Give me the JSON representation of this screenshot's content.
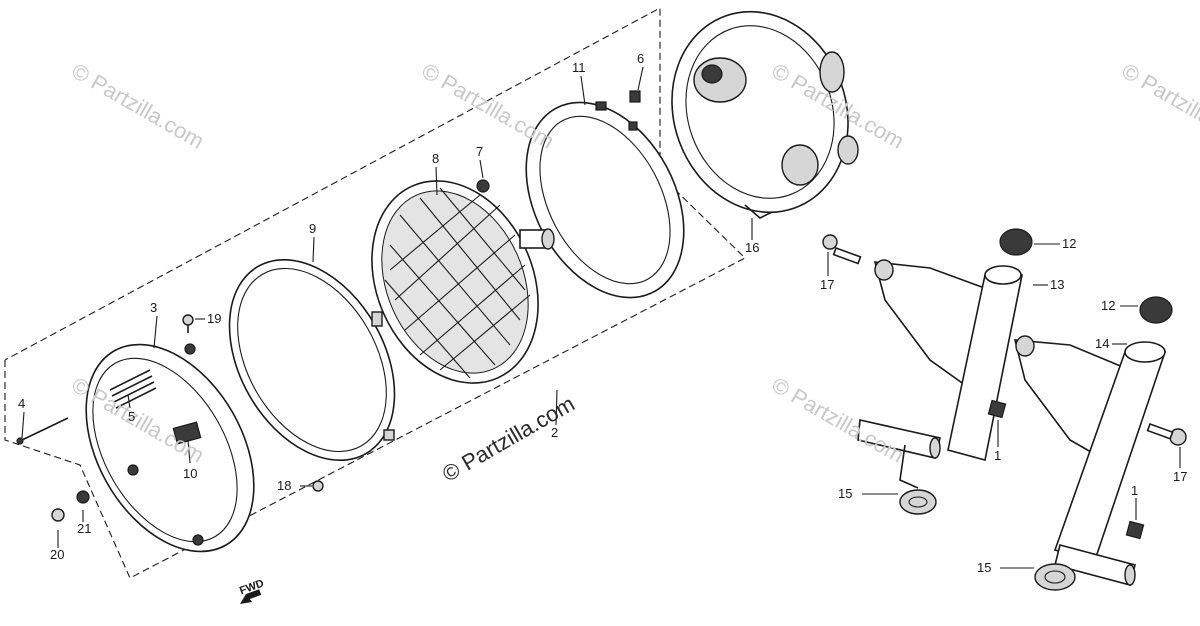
{
  "diagram": {
    "watermark_text": "© Partzilla.com",
    "fwd_label": "FWD",
    "callouts": {
      "c1a": "1",
      "c1b": "1",
      "c2": "2",
      "c3": "3",
      "c4": "4",
      "c5": "5",
      "c6": "6",
      "c7": "7",
      "c8": "8",
      "c9": "9",
      "c10": "10",
      "c11": "11",
      "c12a": "12",
      "c12b": "12",
      "c13": "13",
      "c14": "14",
      "c15a": "15",
      "c15b": "15",
      "c16": "16",
      "c17a": "17",
      "c17b": "17",
      "c18": "18",
      "c19": "19",
      "c20": "20",
      "c21": "21"
    }
  }
}
